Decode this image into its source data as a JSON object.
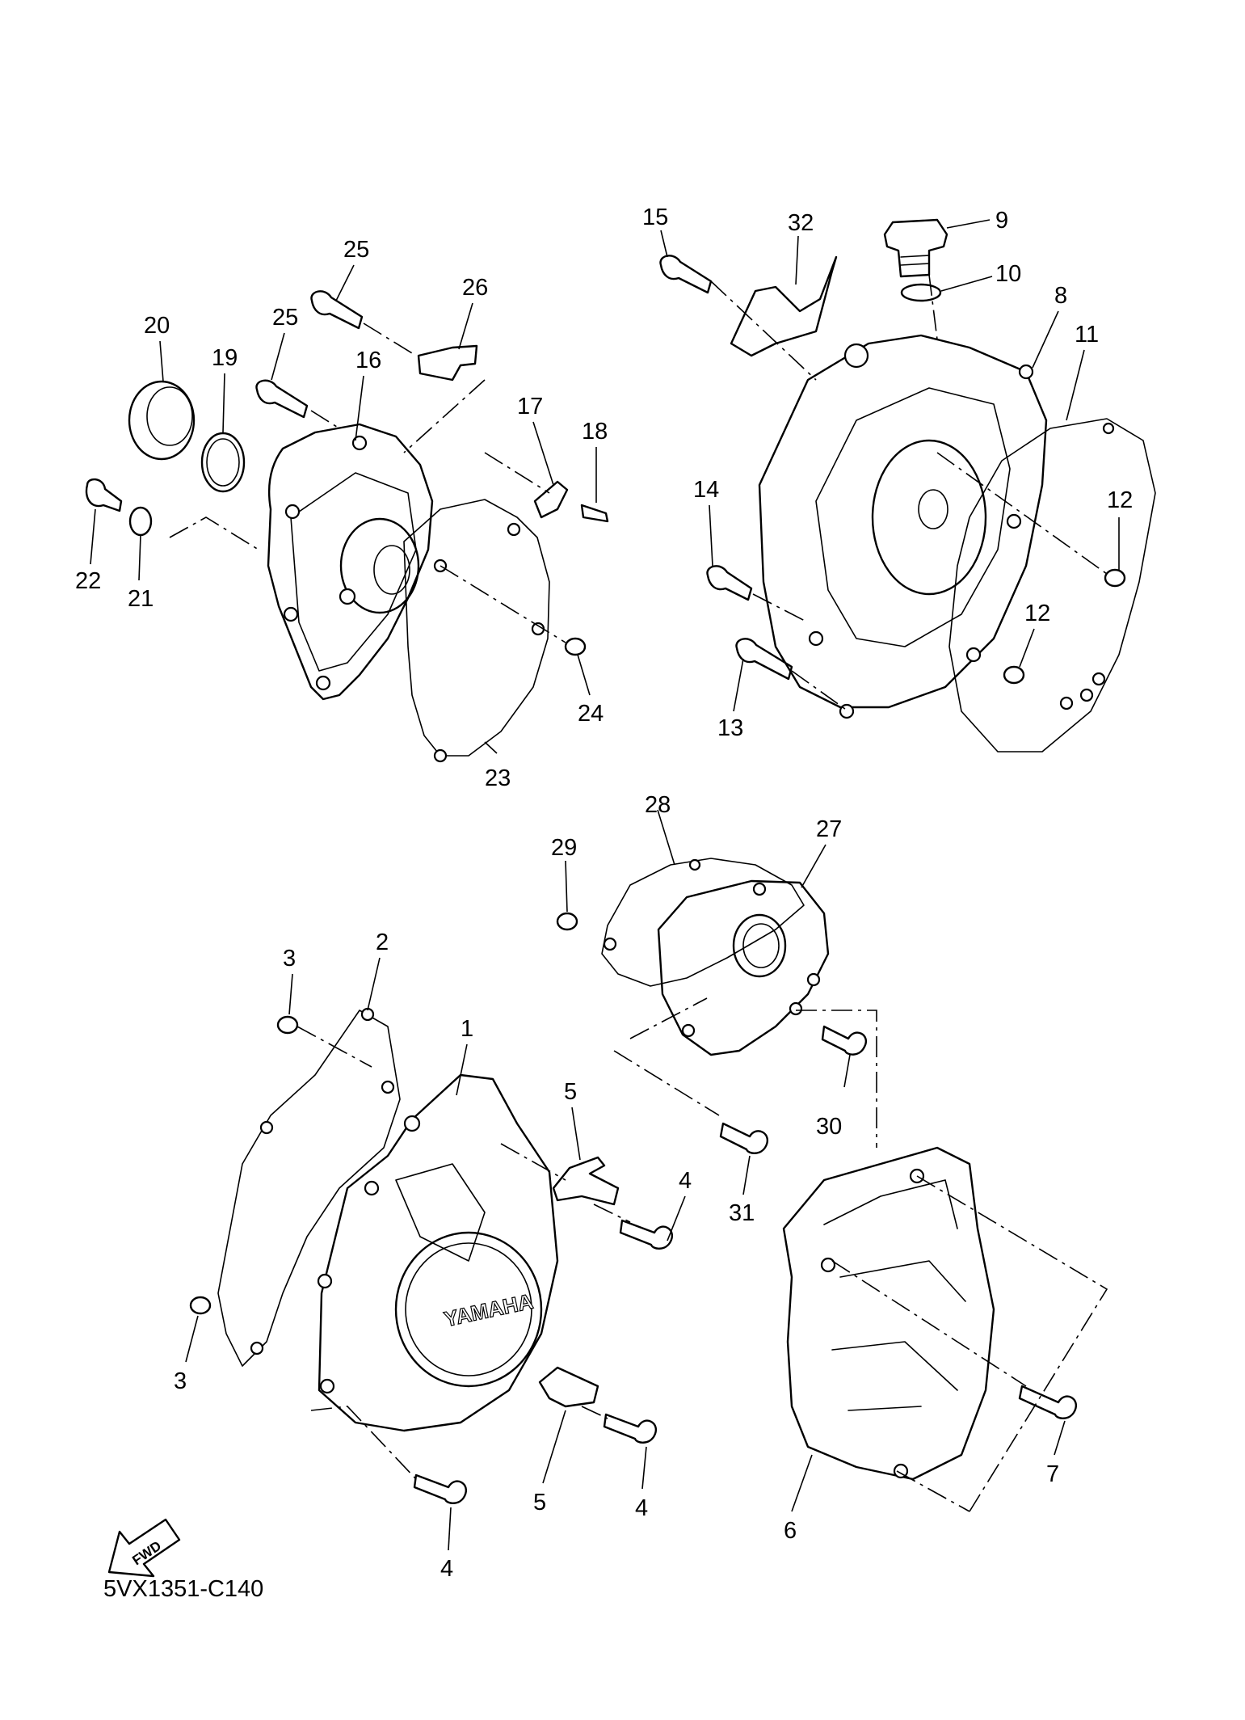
{
  "diagram": {
    "reference_code": "5VX1351-C140",
    "fwd_label": "FWD",
    "brand_text": "YAMAHA",
    "callouts": [
      {
        "id": "1",
        "label": "1"
      },
      {
        "id": "2",
        "label": "2"
      },
      {
        "id": "3a",
        "label": "3"
      },
      {
        "id": "3b",
        "label": "3"
      },
      {
        "id": "4a",
        "label": "4"
      },
      {
        "id": "4b",
        "label": "4"
      },
      {
        "id": "4c",
        "label": "4"
      },
      {
        "id": "5a",
        "label": "5"
      },
      {
        "id": "5b",
        "label": "5"
      },
      {
        "id": "6",
        "label": "6"
      },
      {
        "id": "7",
        "label": "7"
      },
      {
        "id": "8",
        "label": "8"
      },
      {
        "id": "9",
        "label": "9"
      },
      {
        "id": "10",
        "label": "10"
      },
      {
        "id": "11",
        "label": "11"
      },
      {
        "id": "12a",
        "label": "12"
      },
      {
        "id": "12b",
        "label": "12"
      },
      {
        "id": "13",
        "label": "13"
      },
      {
        "id": "14",
        "label": "14"
      },
      {
        "id": "15",
        "label": "15"
      },
      {
        "id": "16",
        "label": "16"
      },
      {
        "id": "17",
        "label": "17"
      },
      {
        "id": "18",
        "label": "18"
      },
      {
        "id": "19",
        "label": "19"
      },
      {
        "id": "20",
        "label": "20"
      },
      {
        "id": "21",
        "label": "21"
      },
      {
        "id": "22",
        "label": "22"
      },
      {
        "id": "23",
        "label": "23"
      },
      {
        "id": "24",
        "label": "24"
      },
      {
        "id": "25a",
        "label": "25"
      },
      {
        "id": "25b",
        "label": "25"
      },
      {
        "id": "26",
        "label": "26"
      },
      {
        "id": "27",
        "label": "27"
      },
      {
        "id": "28",
        "label": "28"
      },
      {
        "id": "29",
        "label": "29"
      },
      {
        "id": "30",
        "label": "30"
      },
      {
        "id": "31",
        "label": "31"
      },
      {
        "id": "32",
        "label": "32"
      }
    ]
  }
}
